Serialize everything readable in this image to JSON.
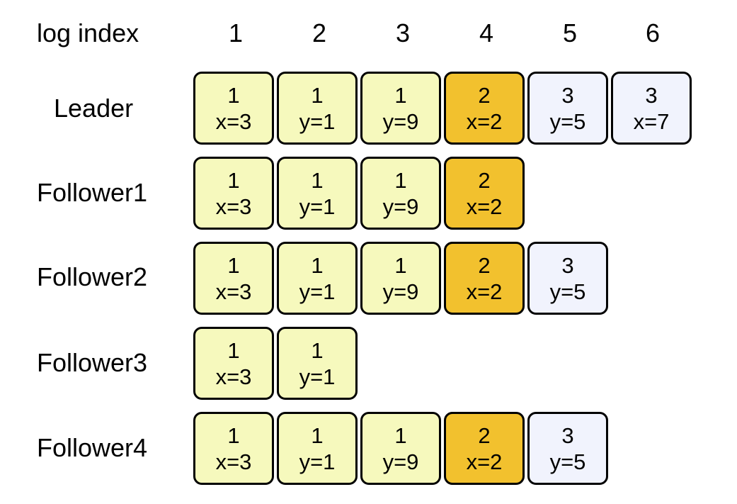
{
  "header": {
    "label": "log index",
    "indices": [
      "1",
      "2",
      "3",
      "4",
      "5",
      "6"
    ]
  },
  "colors": {
    "term1": "#f6f9bd",
    "term2": "#f2c12e",
    "term3": "#f1f3fd",
    "border": "#000000"
  },
  "rows": [
    {
      "name": "Leader",
      "entries": [
        {
          "term": "1",
          "cmd": "x=3"
        },
        {
          "term": "1",
          "cmd": "y=1"
        },
        {
          "term": "1",
          "cmd": "y=9"
        },
        {
          "term": "2",
          "cmd": "x=2"
        },
        {
          "term": "3",
          "cmd": "y=5"
        },
        {
          "term": "3",
          "cmd": "x=7"
        }
      ]
    },
    {
      "name": "Follower1",
      "entries": [
        {
          "term": "1",
          "cmd": "x=3"
        },
        {
          "term": "1",
          "cmd": "y=1"
        },
        {
          "term": "1",
          "cmd": "y=9"
        },
        {
          "term": "2",
          "cmd": "x=2"
        }
      ]
    },
    {
      "name": "Follower2",
      "entries": [
        {
          "term": "1",
          "cmd": "x=3"
        },
        {
          "term": "1",
          "cmd": "y=1"
        },
        {
          "term": "1",
          "cmd": "y=9"
        },
        {
          "term": "2",
          "cmd": "x=2"
        },
        {
          "term": "3",
          "cmd": "y=5"
        }
      ]
    },
    {
      "name": "Follower3",
      "entries": [
        {
          "term": "1",
          "cmd": "x=3"
        },
        {
          "term": "1",
          "cmd": "y=1"
        }
      ]
    },
    {
      "name": "Follower4",
      "entries": [
        {
          "term": "1",
          "cmd": "x=3"
        },
        {
          "term": "1",
          "cmd": "y=1"
        },
        {
          "term": "1",
          "cmd": "y=9"
        },
        {
          "term": "2",
          "cmd": "x=2"
        },
        {
          "term": "3",
          "cmd": "y=5"
        }
      ]
    }
  ]
}
